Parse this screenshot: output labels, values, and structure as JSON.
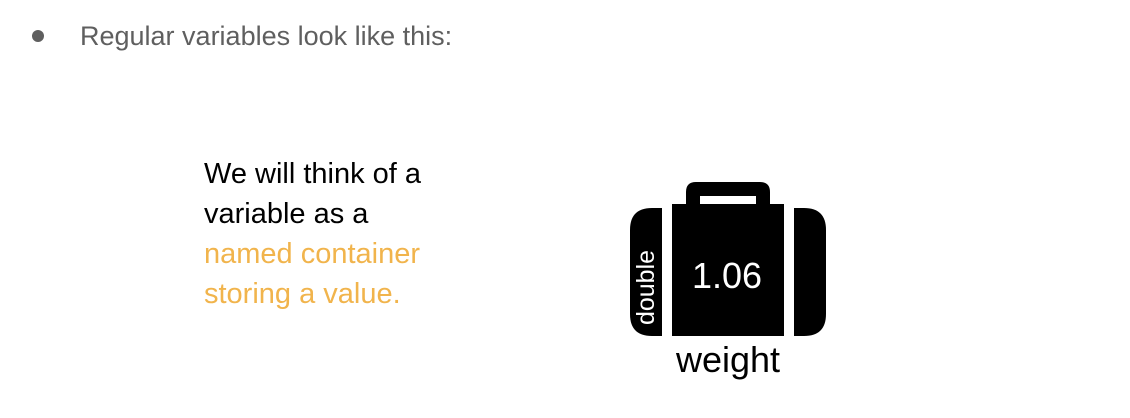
{
  "bullet": {
    "text": "Regular variables look like this:"
  },
  "explanation": {
    "line1": "We will think of a",
    "line2": "variable as a",
    "line3": "named container",
    "line4": "storing a value."
  },
  "suitcase": {
    "type": "double",
    "value": "1.06",
    "name": "weight",
    "icon": "suitcase-icon"
  },
  "colors": {
    "text": "#000000",
    "muted": "#5f5f5f",
    "bullet": "#5f5f5f",
    "highlight": "#f1b44c",
    "suitcase": "#000000",
    "on_suitcase": "#ffffff"
  }
}
